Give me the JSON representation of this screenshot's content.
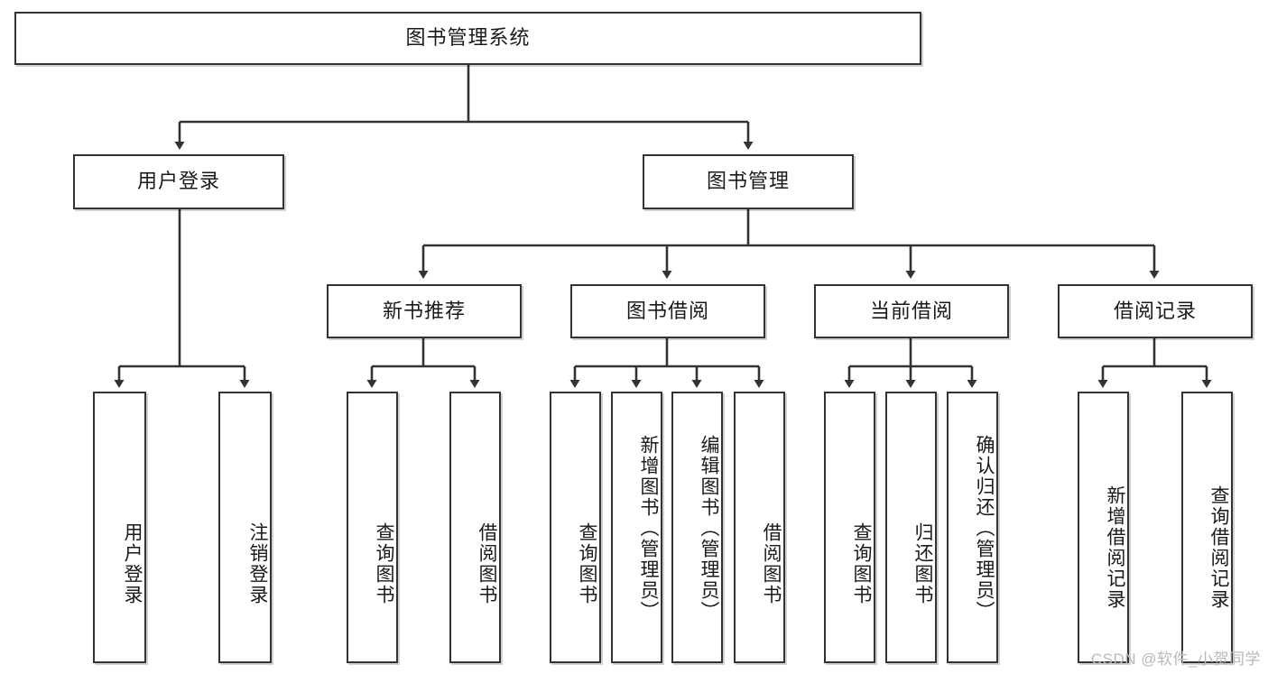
{
  "diagram": {
    "title": "图书管理系统",
    "watermark": "CSDN @软件_小贺同学",
    "accent_color": "#333333",
    "background_color": "#ffffff",
    "nodes": {
      "root": {
        "label": "图书管理系统"
      },
      "level2": [
        {
          "id": "user-login",
          "label": "用户登录"
        },
        {
          "id": "book-manage",
          "label": "图书管理"
        }
      ],
      "level3": [
        {
          "id": "new-book-recommend",
          "label": "新书推荐"
        },
        {
          "id": "book-borrow",
          "label": "图书借阅"
        },
        {
          "id": "current-borrow",
          "label": "当前借阅"
        },
        {
          "id": "borrow-record",
          "label": "借阅记录"
        }
      ],
      "leaves": [
        {
          "id": "leaf-user-login",
          "label": "用户登录",
          "parent": "user-login"
        },
        {
          "id": "leaf-logout",
          "label": "注销登录",
          "parent": "user-login"
        },
        {
          "id": "leaf-query-book-1",
          "label": "查询图书",
          "parent": "new-book-recommend"
        },
        {
          "id": "leaf-borrow-book-1",
          "label": "借阅图书",
          "parent": "new-book-recommend"
        },
        {
          "id": "leaf-query-book-2",
          "label": "查询图书",
          "parent": "book-borrow"
        },
        {
          "id": "leaf-add-book",
          "label": "新增图书（管理员）",
          "parent": "book-borrow"
        },
        {
          "id": "leaf-edit-book",
          "label": "编辑图书（管理员）",
          "parent": "book-borrow"
        },
        {
          "id": "leaf-borrow-book-2",
          "label": "借阅图书",
          "parent": "book-borrow"
        },
        {
          "id": "leaf-query-book-3",
          "label": "查询图书",
          "parent": "current-borrow"
        },
        {
          "id": "leaf-return-book",
          "label": "归还图书",
          "parent": "current-borrow"
        },
        {
          "id": "leaf-confirm-return",
          "label": "确认归还（管理员）",
          "parent": "current-borrow"
        },
        {
          "id": "leaf-add-record",
          "label": "新增借阅记录",
          "parent": "borrow-record"
        },
        {
          "id": "leaf-query-record",
          "label": "查询借阅记录",
          "parent": "borrow-record"
        }
      ]
    }
  }
}
